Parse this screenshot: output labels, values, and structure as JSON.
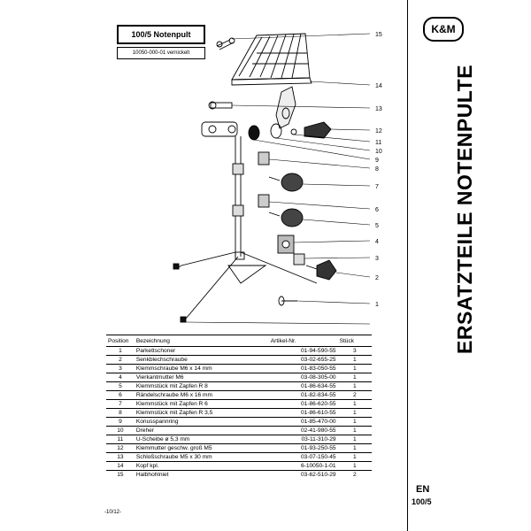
{
  "brand": {
    "logo_text": "K&M"
  },
  "header": {
    "title": "100/5 Notenpult",
    "subtitle": "10050-000-01 vernickelt"
  },
  "side": {
    "vertical_title": "ERSATZTEILE NOTENPULTE",
    "lang": "EN",
    "code": "100/5"
  },
  "callouts": [
    "15",
    "14",
    "13",
    "12",
    "11",
    "10",
    "9",
    "8",
    "7",
    "6",
    "5",
    "4",
    "3",
    "2",
    "1"
  ],
  "table": {
    "columns": [
      "Position",
      "Bezeichnung",
      "Artikel-Nr.",
      "Stück"
    ],
    "rows": [
      {
        "pos": "1",
        "desc": "Parkettschoner",
        "art": "01-94-590-55",
        "qty": "3"
      },
      {
        "pos": "2",
        "desc": "Senkblechschraube",
        "art": "03-02-655-25",
        "qty": "1"
      },
      {
        "pos": "3",
        "desc": "Klemmschraube M6 x 14 mm",
        "art": "01-83-050-55",
        "qty": "1"
      },
      {
        "pos": "4",
        "desc": "Vierkantmutter  M6",
        "art": "03-08-305-00",
        "qty": "1"
      },
      {
        "pos": "5",
        "desc": "Klemmstück mit Zapfen R 8",
        "art": "01-86-634-55",
        "qty": "1"
      },
      {
        "pos": "6",
        "desc": "Rändelschraube M6 x 16 mm",
        "art": "01-82-834-55",
        "qty": "2"
      },
      {
        "pos": "7",
        "desc": "Klemmstück mit Zapfen R 6",
        "art": "01-86-620-55",
        "qty": "1"
      },
      {
        "pos": "8",
        "desc": "Klemmstück mit Zapfen R 3,5",
        "art": "01-86-610-55",
        "qty": "1"
      },
      {
        "pos": "9",
        "desc": "Konusspannring",
        "art": "01-85-470-00",
        "qty": "1"
      },
      {
        "pos": "10",
        "desc": "Dreher",
        "art": "02-41-980-55",
        "qty": "1"
      },
      {
        "pos": "11",
        "desc": "U-Scheibe ø 5,3 mm",
        "art": "03-11-310-29",
        "qty": "1"
      },
      {
        "pos": "12",
        "desc": "Klemmutter geschw. groß M5",
        "art": "01-93-250-55",
        "qty": "1"
      },
      {
        "pos": "13",
        "desc": "Schloßschraube M5 x 30 mm",
        "art": "03-07-150-45",
        "qty": "1"
      },
      {
        "pos": "14",
        "desc": "Kopf kpl.",
        "art": "6-10050-1-01",
        "qty": "1"
      },
      {
        "pos": "15",
        "desc": "Halbhohlniet",
        "art": "03-62-510-29",
        "qty": "2"
      }
    ]
  },
  "footer": {
    "page": "-10/12-"
  }
}
